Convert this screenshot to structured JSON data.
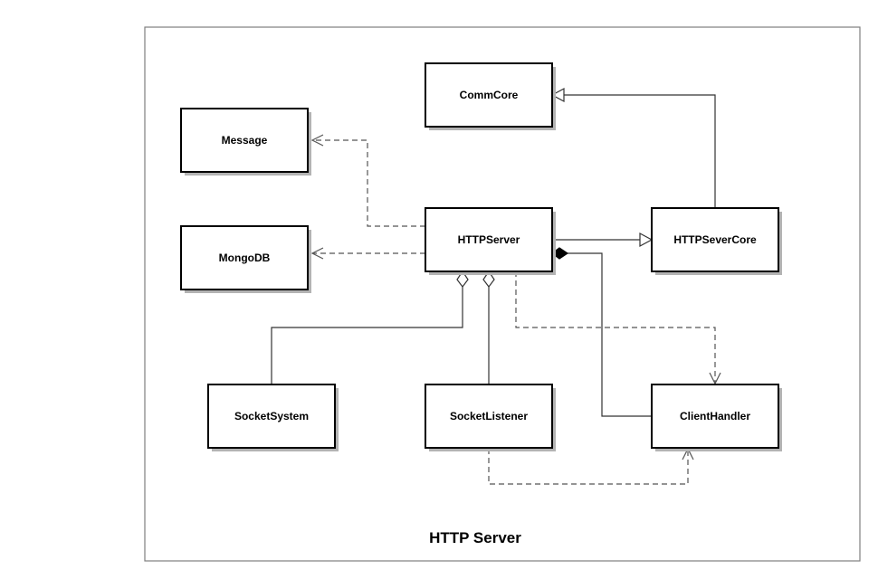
{
  "diagram": {
    "title": "HTTP Server",
    "classes": {
      "comm_core": "CommCore",
      "message": "Message",
      "mongodb": "MongoDB",
      "http_server": "HTTPServer",
      "http_server_core": "HTTPSeverCore",
      "socket_system": "SocketSystem",
      "socket_listener": "SocketListener",
      "client_handler": "ClientHandler"
    },
    "relations": [
      {
        "from": "HTTPServer",
        "to": "Message",
        "kind": "dependency"
      },
      {
        "from": "HTTPServer",
        "to": "MongoDB",
        "kind": "dependency"
      },
      {
        "from": "HTTPServer",
        "to": "HTTPSeverCore",
        "kind": "generalization"
      },
      {
        "from": "HTTPSeverCore",
        "to": "CommCore",
        "kind": "generalization"
      },
      {
        "from": "HTTPServer",
        "to": "SocketSystem",
        "kind": "aggregation"
      },
      {
        "from": "HTTPServer",
        "to": "SocketListener",
        "kind": "aggregation"
      },
      {
        "from": "HTTPServer",
        "to": "ClientHandler",
        "kind": "composition"
      },
      {
        "from": "HTTPServer",
        "to": "ClientHandler",
        "kind": "dependency"
      },
      {
        "from": "SocketListener",
        "to": "ClientHandler",
        "kind": "dependency"
      }
    ]
  }
}
